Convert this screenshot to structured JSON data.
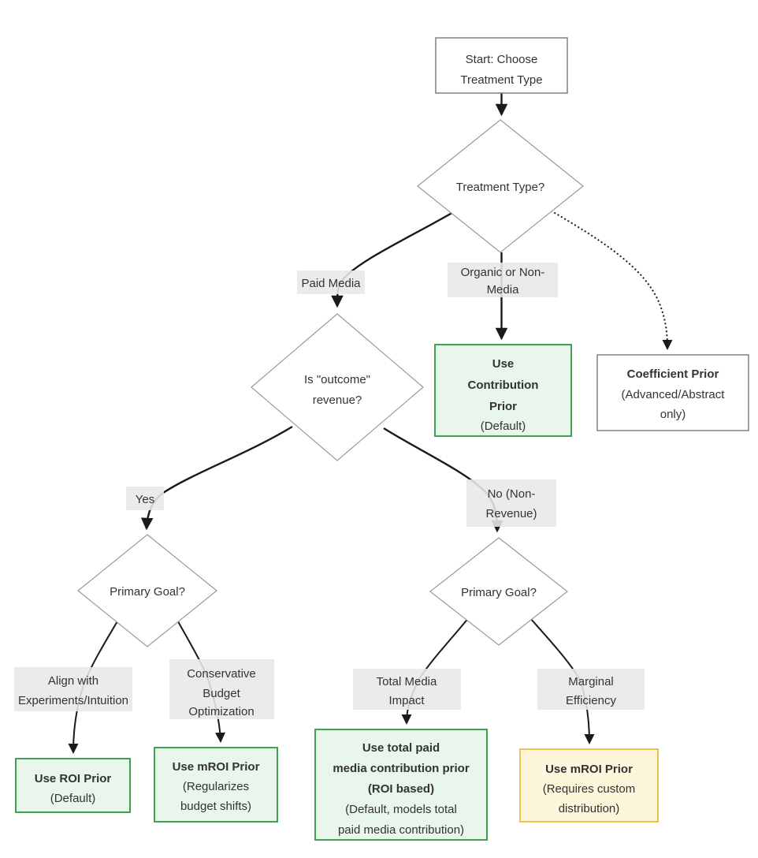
{
  "flowchart": {
    "nodes": {
      "start": {
        "line1": "Start: Choose",
        "line2": "Treatment Type"
      },
      "treatment_type": {
        "line1": "Treatment Type?"
      },
      "outcome_revenue": {
        "line1": "Is \"outcome\"",
        "line2": "revenue?"
      },
      "contribution_prior": {
        "bold1": "Use",
        "bold2": "Contribution",
        "bold3": "Prior",
        "note1": "(Default)"
      },
      "coefficient_prior": {
        "bold1": "Coefficient Prior",
        "note1": "(Advanced/Abstract",
        "note2": "only)"
      },
      "primary_goal_left": {
        "line1": "Primary Goal?"
      },
      "primary_goal_right": {
        "line1": "Primary Goal?"
      },
      "roi_prior": {
        "bold1": "Use ROI Prior",
        "note1": "(Default)"
      },
      "mroi_prior_left": {
        "bold1": "Use mROI Prior",
        "note1": "(Regularizes",
        "note2": "budget shifts)"
      },
      "total_media_prior": {
        "bold1": "Use total paid",
        "bold2": "media contribution prior",
        "bold3": "(ROI based)",
        "note1": "(Default, models total",
        "note2": "paid media contribution)"
      },
      "mroi_prior_right": {
        "bold1": "Use mROI Prior",
        "note1": "(Requires custom",
        "note2": "distribution)"
      }
    },
    "edge_labels": {
      "paid_media": {
        "line1": "Paid Media"
      },
      "organic": {
        "line1": "Organic or Non-",
        "line2": "Media"
      },
      "yes": {
        "line1": "Yes"
      },
      "no": {
        "line1": "No (Non-",
        "line2": "Revenue)"
      },
      "align": {
        "line1": "Align with",
        "line2": "Experiments/Intuition"
      },
      "conservative": {
        "line1": "Conservative",
        "line2": "Budget",
        "line3": "Optimization"
      },
      "total_media": {
        "line1": "Total Media",
        "line2": "Impact"
      },
      "marginal": {
        "line1": "Marginal",
        "line2": "Efficiency"
      }
    },
    "colors": {
      "green_fill": "#e9f6ec",
      "green_border": "#3fa14f",
      "yellow_fill": "#fdf6da",
      "yellow_border": "#f0c24b",
      "label_bg": "#e8e8e8",
      "node_border": "#808080",
      "diamond_border": "#999999",
      "edge_color": "#1a1a1a",
      "text_color": "#333333"
    }
  }
}
